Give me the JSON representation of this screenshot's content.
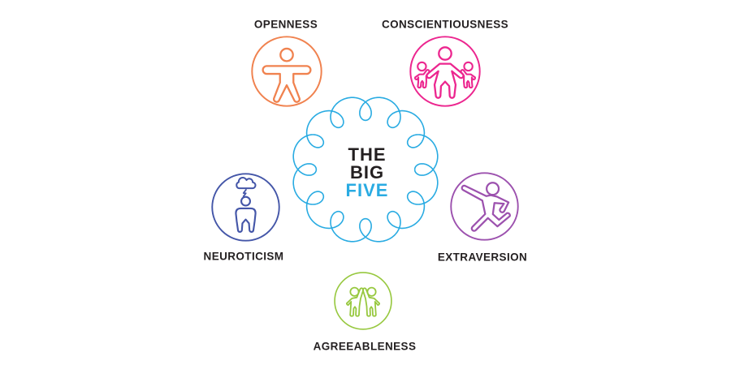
{
  "diagram": {
    "name": "The Big Five personality traits",
    "background": "#FFFFFF",
    "text_color": "#231F20",
    "ring_color": "#29ABE2"
  },
  "title": {
    "line1": "THE",
    "line2": "BIG",
    "line3": "FIVE",
    "line3_color": "#29ABE2"
  },
  "traits": [
    {
      "id": "openness",
      "label": "OPENNESS",
      "color": "#F0824F",
      "icon": "open-arms-person-icon"
    },
    {
      "id": "conscientiousness",
      "label": "CONSCIENTIOUSNESS",
      "color": "#EC268F",
      "icon": "parent-with-children-icon"
    },
    {
      "id": "neuroticism",
      "label": "NEUROTICISM",
      "color": "#4456A8",
      "icon": "person-with-storm-cloud-icon"
    },
    {
      "id": "extraversion",
      "label": "EXTRAVERSION",
      "color": "#9C51AE",
      "icon": "dancing-person-icon"
    },
    {
      "id": "agreeableness",
      "label": "AGREEABLENESS",
      "color": "#97C83F",
      "icon": "high-five-people-icon"
    }
  ]
}
